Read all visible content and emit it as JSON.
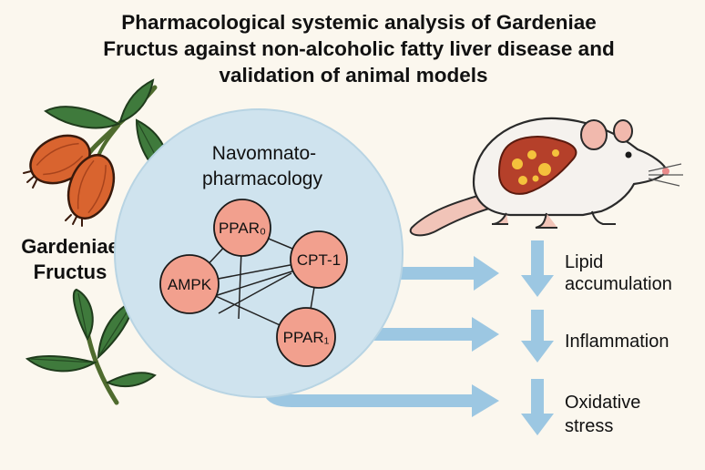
{
  "title_lines": [
    "Pharmacological systemic analysis of Gardeniae",
    "Fructus against non-alcoholic fatty liver disease and",
    "validation of animal models"
  ],
  "plant_label_lines": [
    "Gardeniae",
    "Fructus"
  ],
  "network_title_lines": [
    "Navomnato-",
    "pharmacology"
  ],
  "nodes": {
    "ppar0": "PPAR₀",
    "cpt1": "CPT-1",
    "ampk": "AMPK",
    "ppar1": "PPAR₁"
  },
  "outcomes": {
    "lipid_lines": [
      "Lipid",
      "accumulation"
    ],
    "inflammation_lines": [
      "Inflammation"
    ],
    "oxidative_lines": [
      "Oxidative",
      "stress"
    ]
  },
  "colors": {
    "background": "#fbf7ee",
    "network_circle": "#cfe3ee",
    "node_fill": "#f2a08e",
    "arrow": "#9cc7e2",
    "fruit": "#d9642f",
    "leaf": "#3f7a3c",
    "liver": "#b5402a",
    "fat_spots": "#f4c23c"
  },
  "icons": {
    "fruit": "gardenia-fruit-icon",
    "leaves": "leaf-sprig-icon",
    "rat": "rat-icon",
    "liver": "liver-icon"
  }
}
